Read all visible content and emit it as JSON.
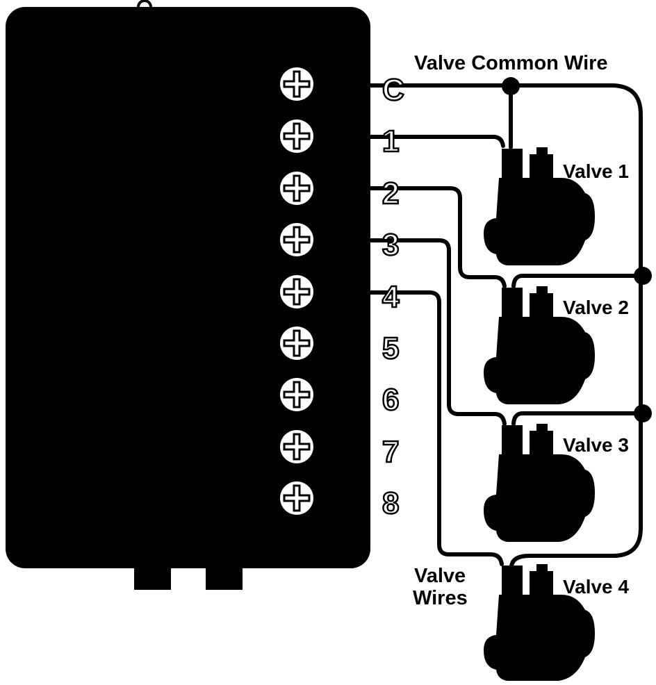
{
  "labels": {
    "common_wire": "Valve Common Wire",
    "valve_wires_line1": "Valve",
    "valve_wires_line2": "Wires"
  },
  "terminals": [
    "C",
    "1",
    "2",
    "3",
    "4",
    "5",
    "6",
    "7",
    "8"
  ],
  "valves": [
    {
      "label": "Valve 1",
      "terminal": "1"
    },
    {
      "label": "Valve 2",
      "terminal": "2"
    },
    {
      "label": "Valve 3",
      "terminal": "3"
    },
    {
      "label": "Valve 4",
      "terminal": "4"
    }
  ],
  "colors": {
    "ink": "#000000",
    "paper": "#ffffff"
  }
}
